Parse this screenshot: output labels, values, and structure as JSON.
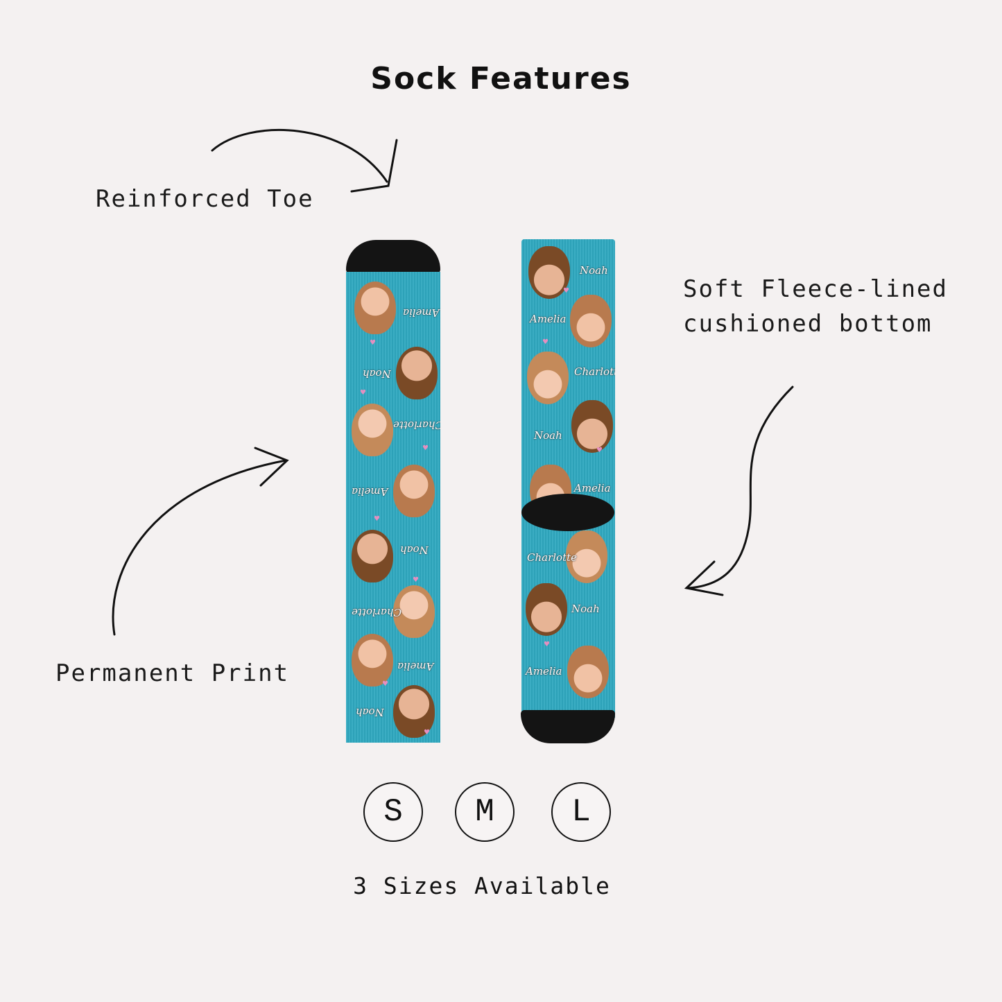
{
  "title": "Sock Features",
  "features": {
    "toe": "Reinforced Toe",
    "bottom_line1": "Soft Fleece-lined",
    "bottom_line2": "cushioned bottom",
    "print": "Permanent Print"
  },
  "sock_names": [
    "Amelia",
    "Noah",
    "Charlotte"
  ],
  "sizes": [
    "S",
    "M",
    "L"
  ],
  "sizes_caption": "3 Sizes Available",
  "colors": {
    "background": "#f4f1f1",
    "sock": "#2fa8bf",
    "cuff": "#141414",
    "heart": "#e58fc0"
  }
}
